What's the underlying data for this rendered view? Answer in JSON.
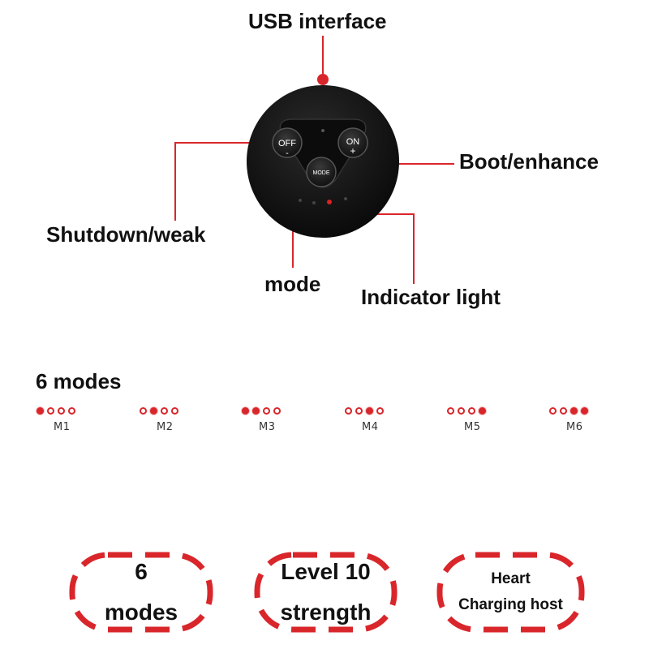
{
  "callouts": {
    "usb": "USB interface",
    "boot": "Boot/enhance",
    "shutdown": "Shutdown/weak",
    "mode": "mode",
    "indicator": "Indicator light"
  },
  "device_buttons": {
    "off": "OFF",
    "off_sign": "-",
    "on": "ON",
    "on_sign": "+",
    "mode": "MODE"
  },
  "modes": {
    "title": "6 modes",
    "items": [
      {
        "name": "M1",
        "lit": [
          true,
          false,
          false,
          false
        ]
      },
      {
        "name": "M2",
        "lit": [
          false,
          true,
          false,
          false
        ]
      },
      {
        "name": "M3",
        "lit": [
          true,
          true,
          false,
          false
        ]
      },
      {
        "name": "M4",
        "lit": [
          false,
          false,
          true,
          false
        ]
      },
      {
        "name": "M5",
        "lit": [
          false,
          false,
          false,
          true
        ]
      },
      {
        "name": "M6",
        "lit": [
          false,
          false,
          true,
          true
        ]
      }
    ]
  },
  "features": [
    {
      "line1": "6",
      "line2": "modes"
    },
    {
      "line1": "Level 10",
      "line2": "strength"
    },
    {
      "line1": "Heart",
      "line2": "Charging host"
    }
  ],
  "colors": {
    "accent_red": "#d9262b",
    "device_body": "#141414",
    "text": "#111111"
  }
}
